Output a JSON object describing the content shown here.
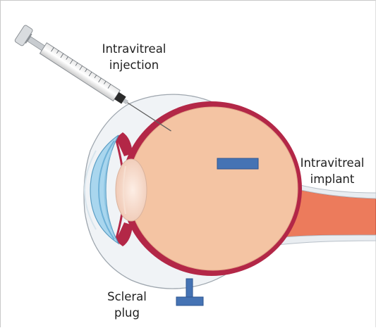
{
  "figure": {
    "labels": {
      "intravitreal_injection": [
        "Intravitreal",
        "injection"
      ],
      "intravitreal_implant": [
        "Intravitreal",
        "implant"
      ],
      "scleral_plug": [
        "Scleral",
        "plug"
      ]
    }
  },
  "colors": {
    "vitreous": "#f4c4a3",
    "sclera_outer": "#edf1f5",
    "choroid": "#b32747",
    "optic_nerve": "#ec7b5c",
    "implant": "#4573b4",
    "cornea": "#a9d6ee",
    "lens": "#fadccc"
  }
}
